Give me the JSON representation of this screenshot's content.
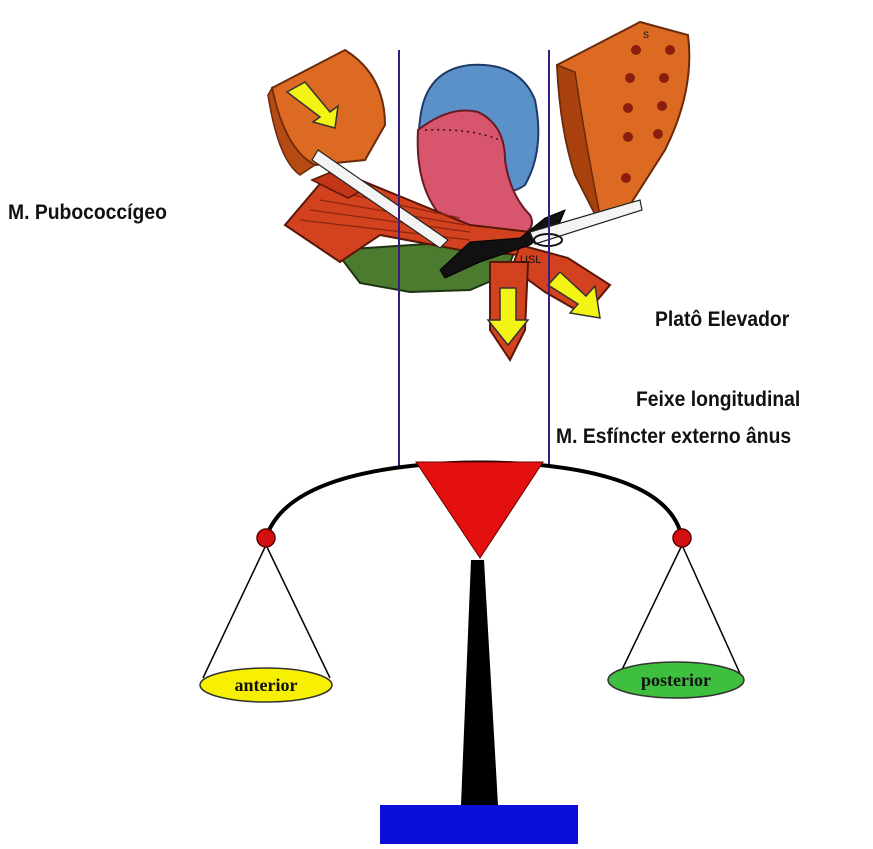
{
  "labels": {
    "pubococcigeo": "M. Pubococcígeo",
    "plato_elevador": "Platô Elevador",
    "feixe_longitudinal": "Feixe longitudinal",
    "esfincter": "M. Esfíncter externo ânus"
  },
  "pans": {
    "left": "anterior",
    "right": "posterior"
  },
  "anatomy_marks": {
    "s": "s",
    "usl": "USL"
  },
  "colors": {
    "muscle_red": "#d3421f",
    "muscle_orange": "#dd6a23",
    "bladder_blue": "#5b91c9",
    "organ_pink": "#d8566d",
    "floor_green": "#4c7a2f",
    "arrow_yellow": "#f3f315",
    "scale_red": "#e41010",
    "pan_left_yellow": "#f7f000",
    "pan_right_green": "#3fbf3f",
    "base_blue": "#0b10d8",
    "guide_line_purple": "#3a1d83"
  }
}
